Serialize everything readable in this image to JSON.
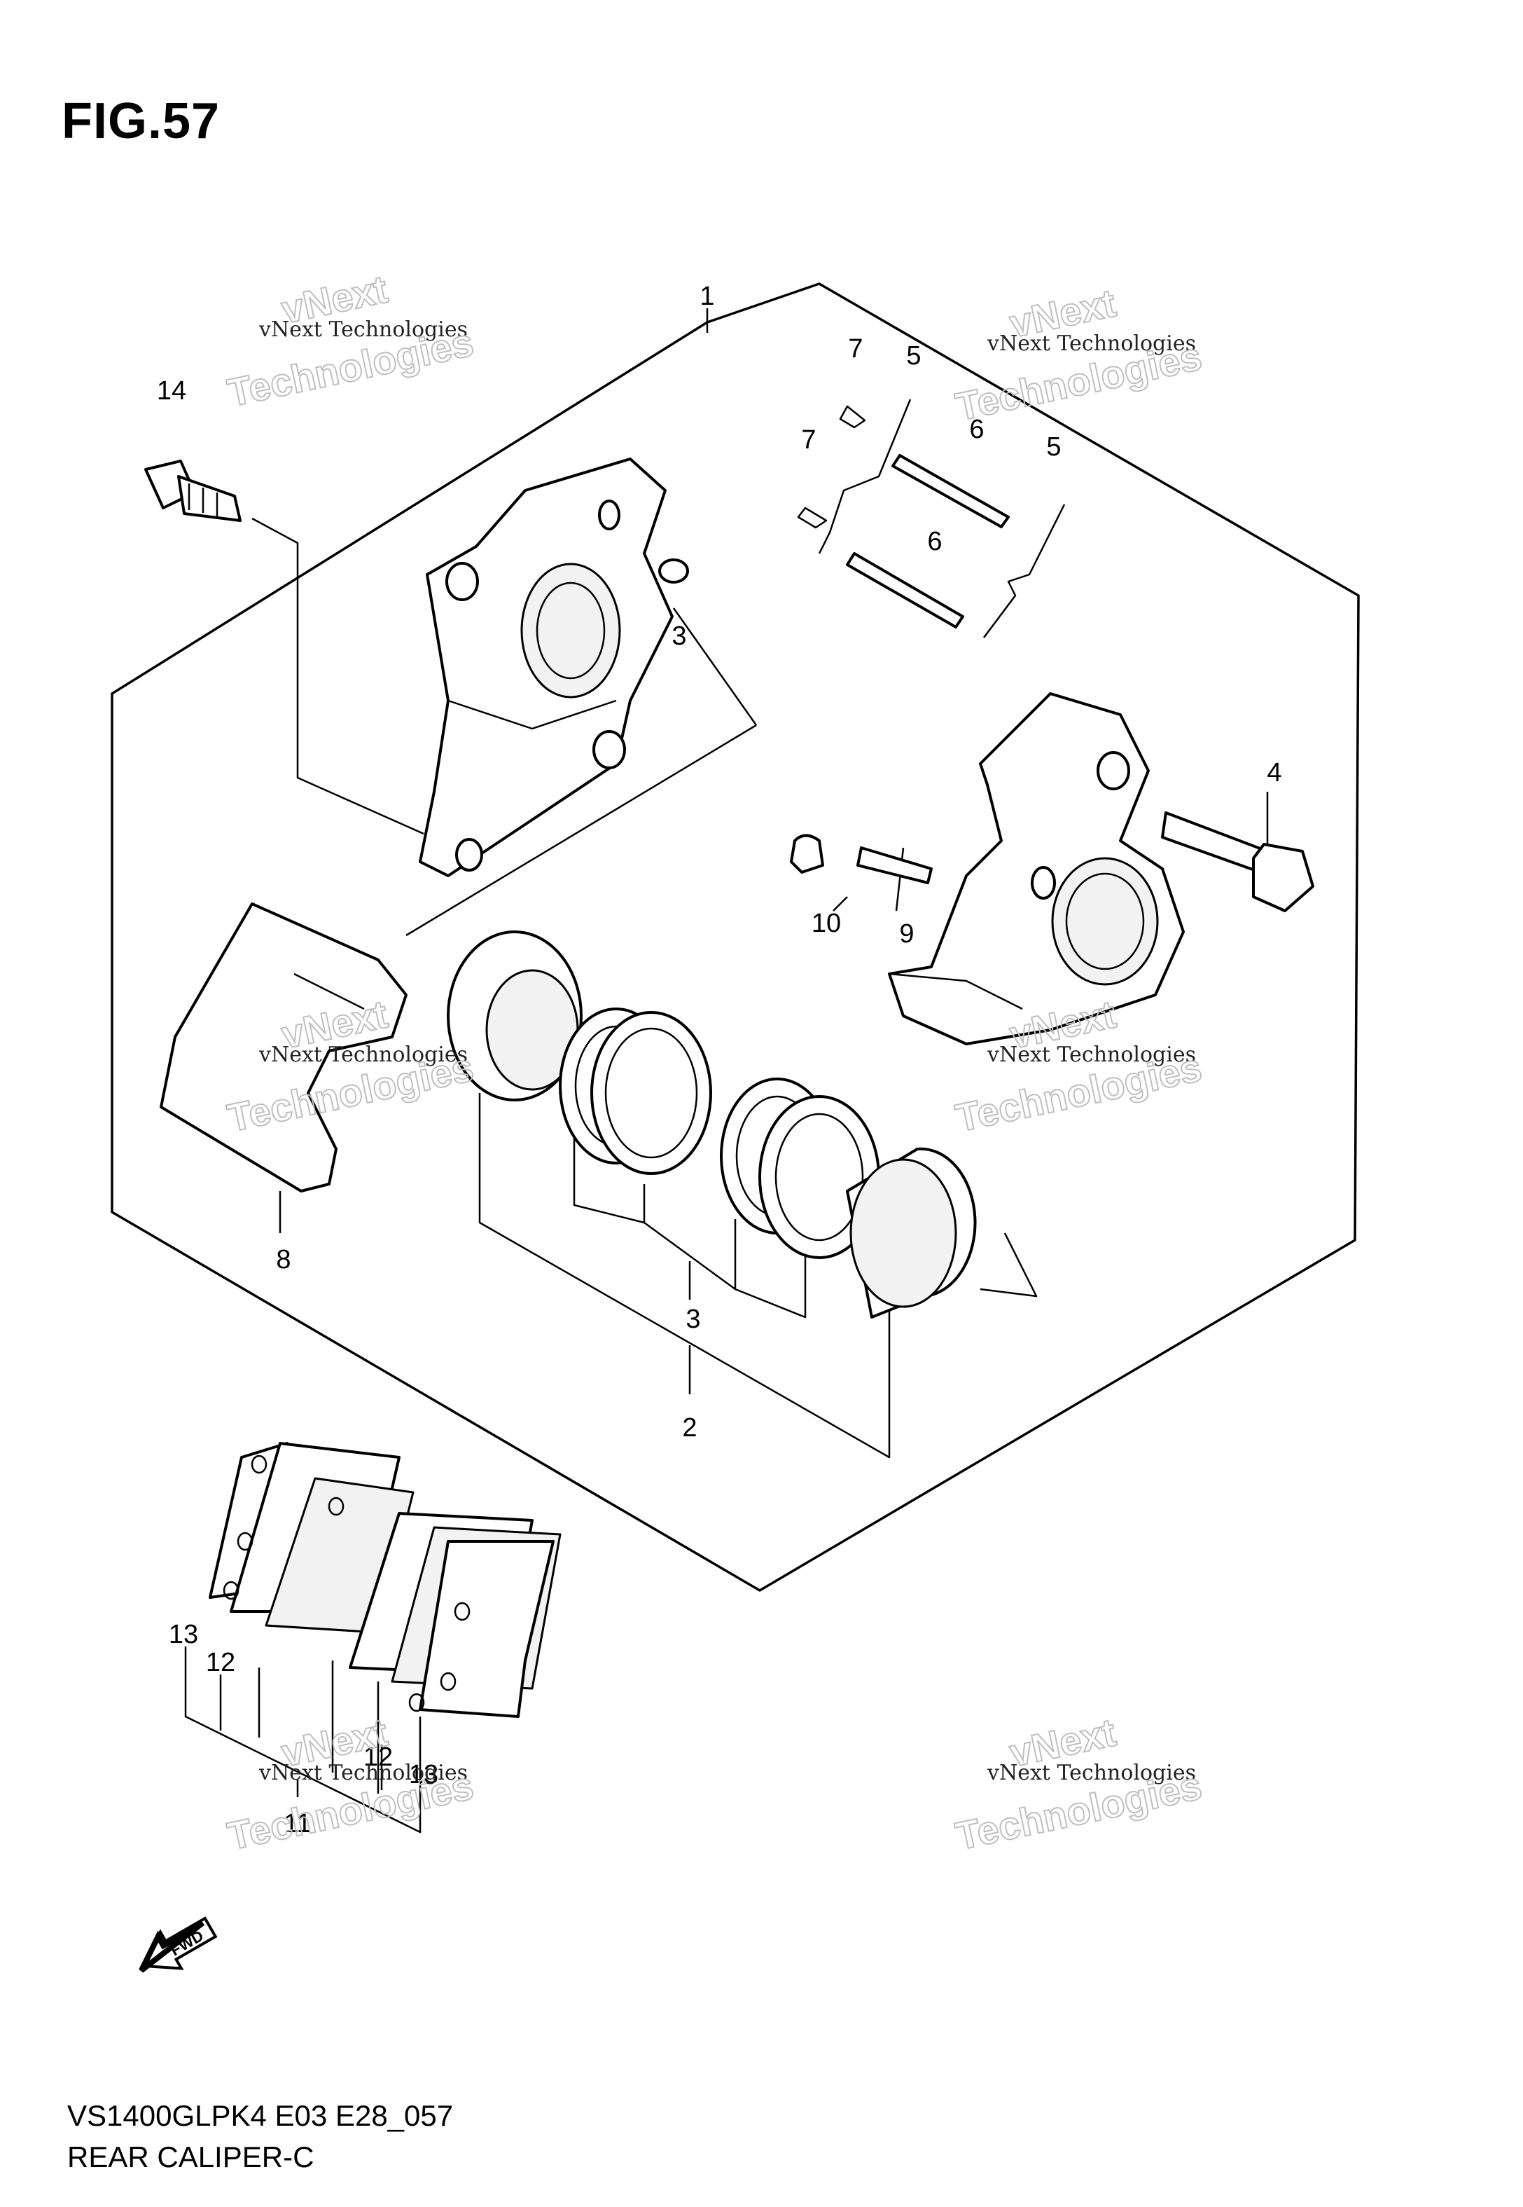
{
  "figure": {
    "title": "FIG.57",
    "model_code": "VS1400GLPK4 E03 E28_057",
    "name": "REAR CALIPER-C"
  },
  "watermark": {
    "line1": "vNext Technologies",
    "line2": "vNext",
    "line3": "Technologies"
  },
  "callouts": {
    "c1": "1",
    "c2": "2",
    "c3a": "3",
    "c3b": "3",
    "c4": "4",
    "c5a": "5",
    "c5b": "5",
    "c6a": "6",
    "c6b": "6",
    "c7a": "7",
    "c7b": "7",
    "c8": "8",
    "c9": "9",
    "c10": "10",
    "c11": "11",
    "c12a": "12",
    "c12b": "12",
    "c13a": "13",
    "c13b": "13",
    "c14": "14"
  },
  "fwd_label": "FWD"
}
